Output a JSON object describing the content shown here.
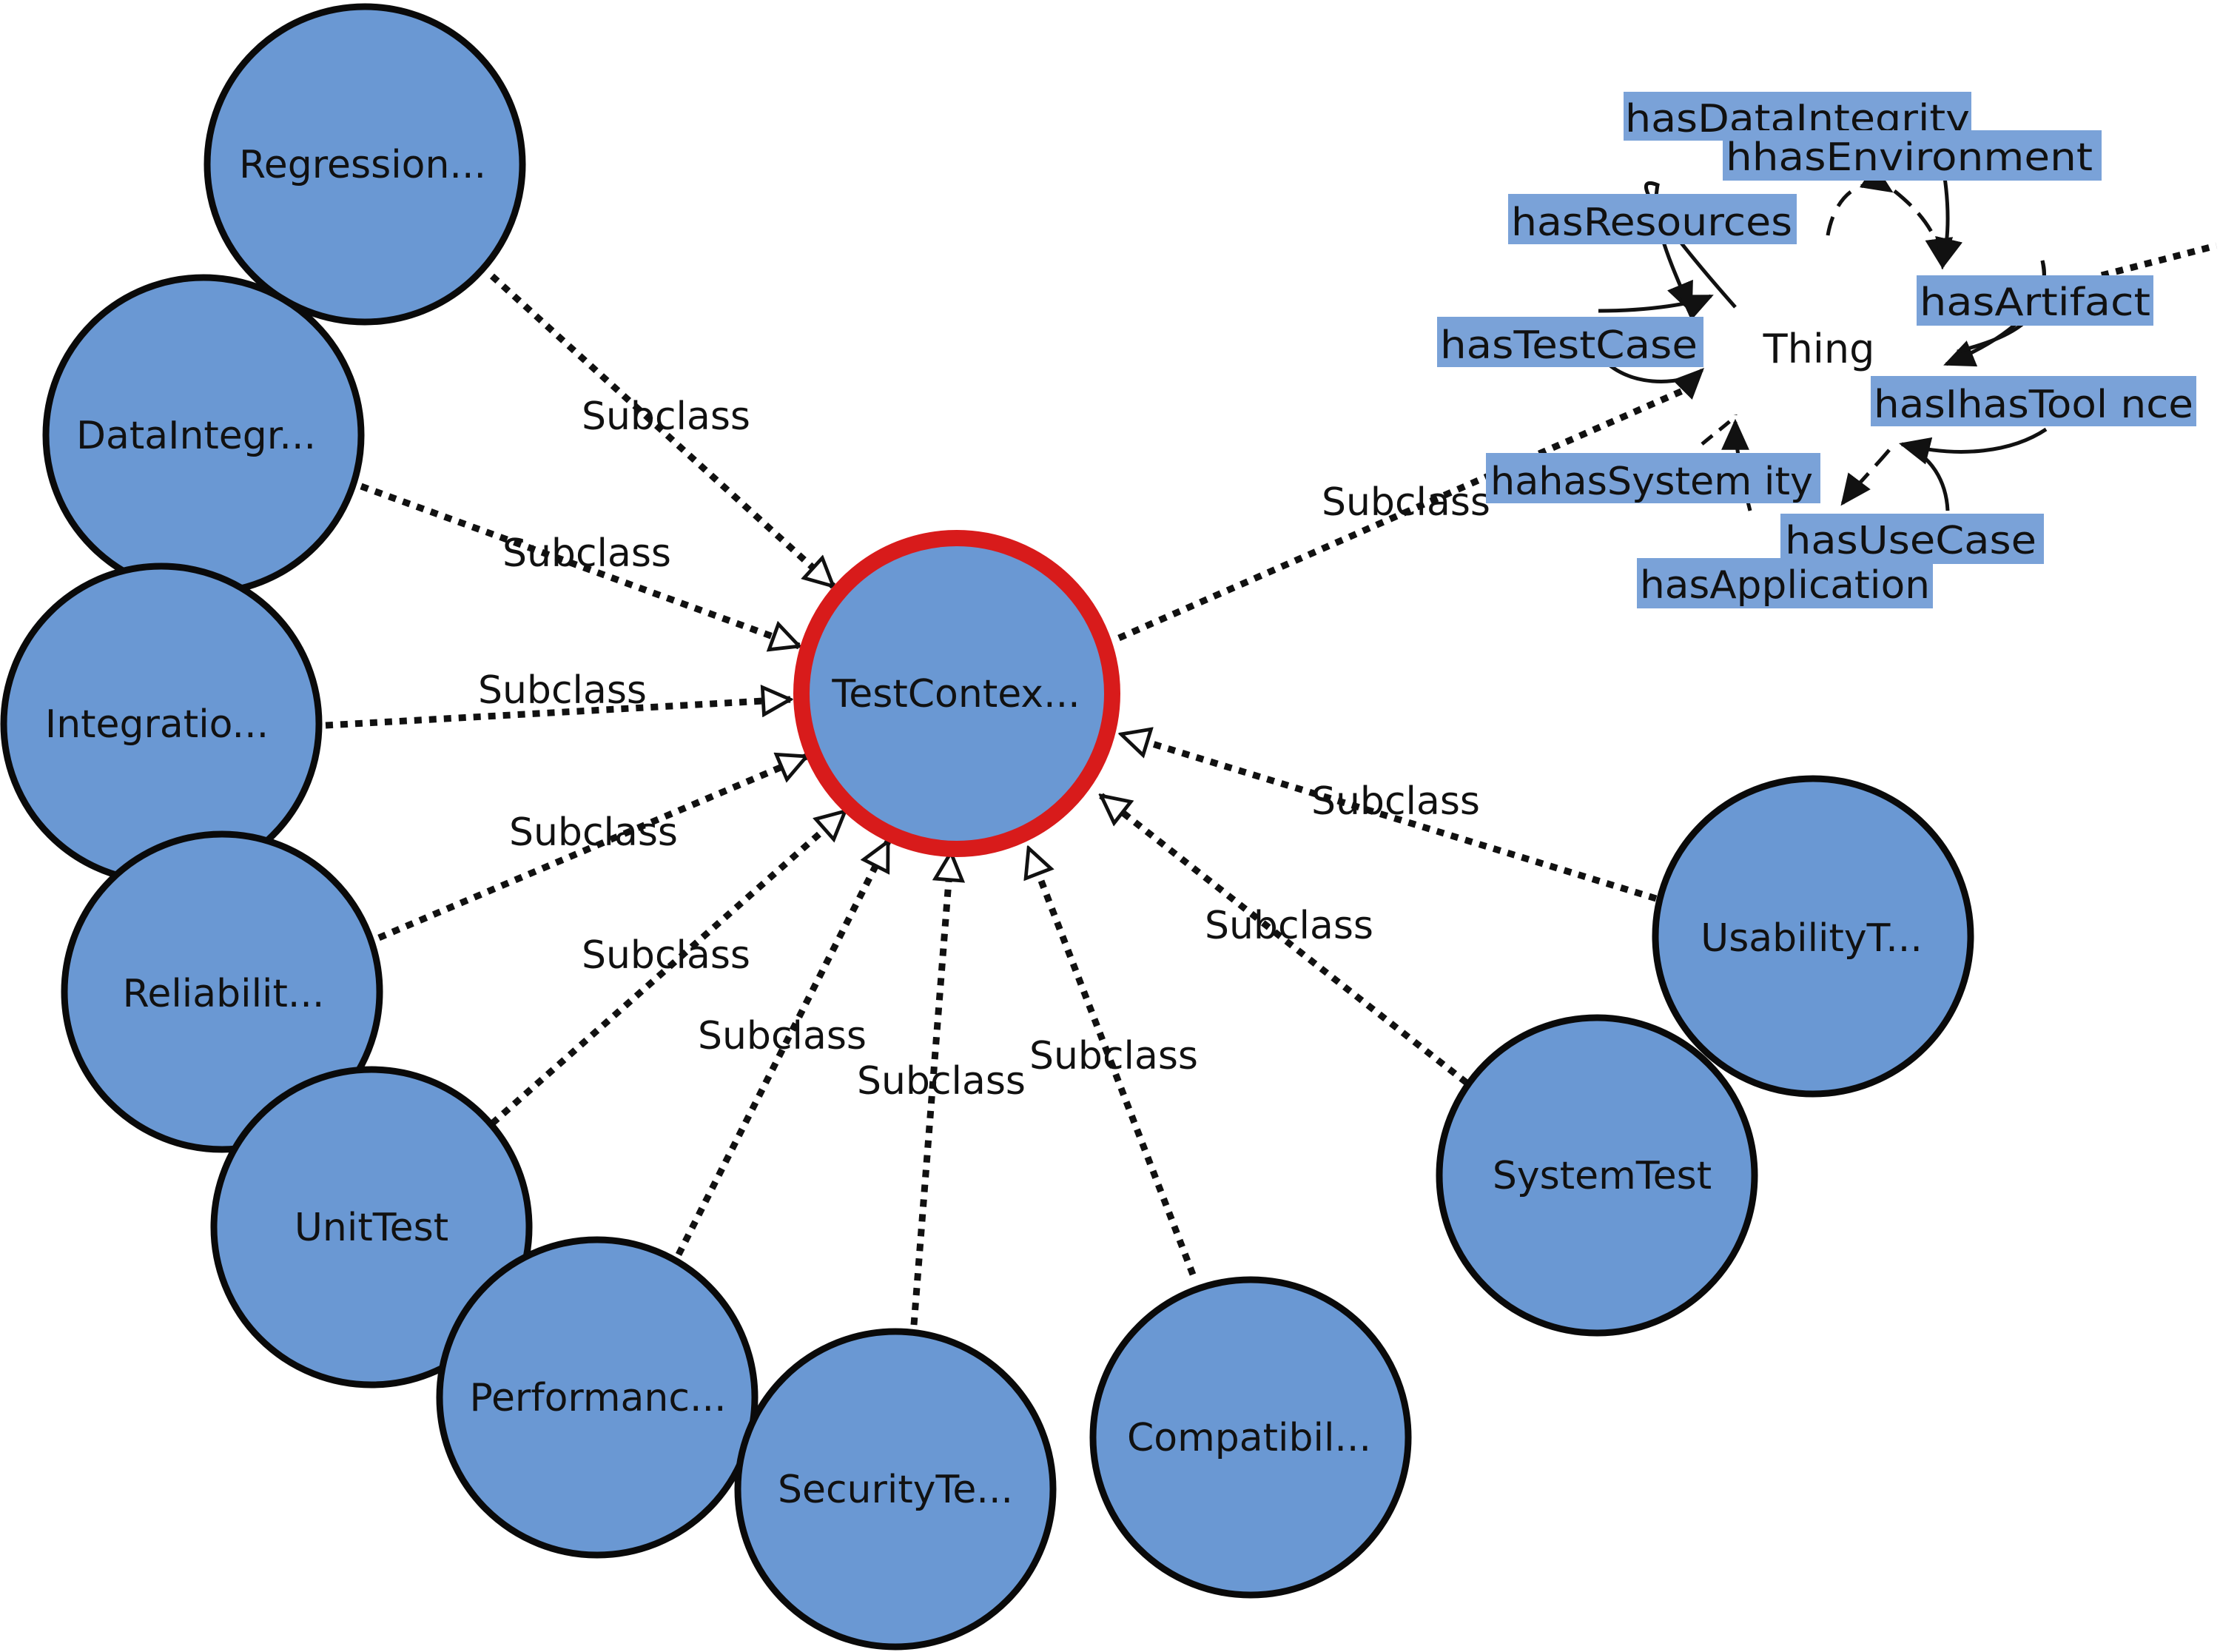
{
  "colors": {
    "node_fill": "#6a98d3",
    "node_stroke": "#0a0a0a",
    "selected_ring": "#d81b1b",
    "property_box": "#7aa2d8",
    "edge": "#111111"
  },
  "center_node": {
    "label": "TestContex..."
  },
  "subclass_nodes": [
    {
      "label": "Regression..."
    },
    {
      "label": "DataIntegr..."
    },
    {
      "label": "Integratio..."
    },
    {
      "label": "Reliabilit..."
    },
    {
      "label": "UnitTest"
    },
    {
      "label": "Performanc..."
    },
    {
      "label": "SecurityTe..."
    },
    {
      "label": "Compatibil..."
    },
    {
      "label": "SystemTest"
    },
    {
      "label": "UsabilityT..."
    }
  ],
  "edge_label": "Subclass",
  "thing": {
    "label": "Thing",
    "properties": [
      {
        "label": "hasDataIntegrity"
      },
      {
        "label": "hhasEnvironment"
      },
      {
        "label": "hasResources"
      },
      {
        "label": "hasArtifact"
      },
      {
        "label": "hasTestCase"
      },
      {
        "label": "hasIhasTool nce"
      },
      {
        "label": "hahasSystem ity"
      },
      {
        "label": "hasUseCase"
      },
      {
        "label": "hasApplication"
      }
    ]
  }
}
